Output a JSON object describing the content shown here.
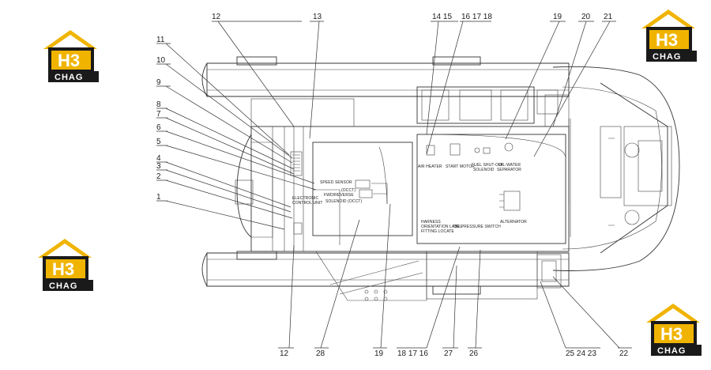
{
  "logo": {
    "brand_mark": "H3",
    "brand_name": "CHAG",
    "color_gold": "#f0b400",
    "color_dark": "#1a1a1a"
  },
  "callouts_top": [
    "12",
    "13",
    "14 15",
    "16 17 18",
    "19",
    "20",
    "21"
  ],
  "callouts_left": [
    "11",
    "10",
    "9",
    "8",
    "7",
    "6",
    "5",
    "4",
    "3",
    "2",
    "1"
  ],
  "callouts_bottom": [
    "12",
    "28",
    "19",
    "18 17 16",
    "27",
    "26",
    "25 24 23",
    "22"
  ],
  "component_labels": {
    "air_heater": "AIR HEATER",
    "start_motor": "START MOTOR",
    "fuel_shut_off_solenoid": [
      "FUEL SHUT-OFF",
      "SOLENOID"
    ],
    "oil_water_separator": [
      "OIL-WATER",
      "SEPARATOR"
    ],
    "speed_sensor": "SPEED SENSOR",
    "ecm": [
      "ELECTRONIC",
      "CONTROL UNIT"
    ],
    "reverse_solenoid": [
      "(OCCT)",
      "FWD/REVERSE",
      "SOLENOID (OCCT)"
    ],
    "alternator": "ALTERNATOR",
    "harness_label": [
      "HARNESS",
      "ORIENTATION LABEL",
      "FITTING LOCATE"
    ],
    "oil_pressure_switch": "OIL PRESSURE SWITCH"
  }
}
